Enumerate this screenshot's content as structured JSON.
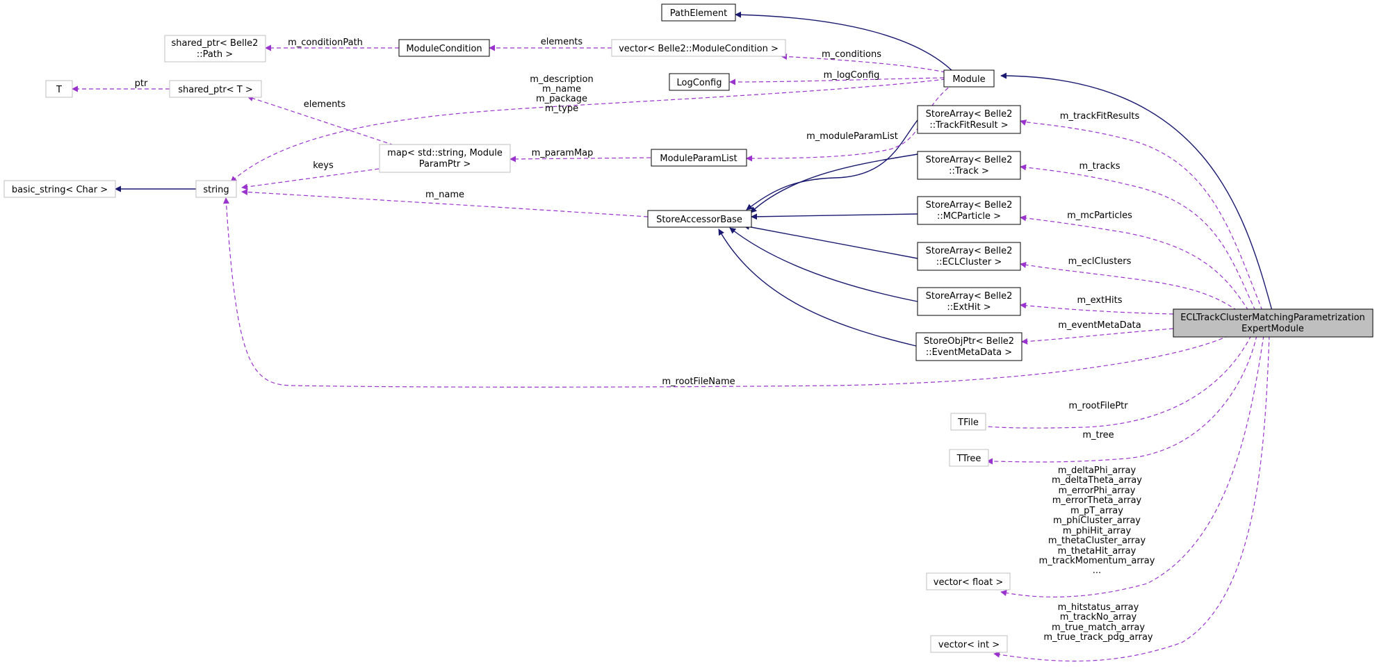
{
  "colors": {
    "inheritance_edge": "#191970",
    "usage_edge": "#9a32cd",
    "node_border_dark": "#000000",
    "node_border_light": "#bfbfbf",
    "focus_fill": "#bfbfbf"
  },
  "nodes": {
    "path_element": [
      "PathElement"
    ],
    "module": [
      "Module"
    ],
    "log_config": [
      "LogConfig"
    ],
    "module_condition": [
      "ModuleCondition"
    ],
    "vector_module_condition": [
      "vector< Belle2::ModuleCondition >"
    ],
    "shared_ptr_path": [
      "shared_ptr< Belle2",
      "::Path >"
    ],
    "t": [
      "T"
    ],
    "shared_ptr_t": [
      "shared_ptr< T >"
    ],
    "basic_string": [
      "basic_string< Char >"
    ],
    "string": [
      "string"
    ],
    "map_param": [
      "map< std::string, Module",
      "ParamPtr >"
    ],
    "module_param_list": [
      "ModuleParamList"
    ],
    "store_accessor_base": [
      "StoreAccessorBase"
    ],
    "sa_track_fit_result": [
      "StoreArray< Belle2",
      "::TrackFitResult >"
    ],
    "sa_track": [
      "StoreArray< Belle2",
      "::Track >"
    ],
    "sa_mc_particle": [
      "StoreArray< Belle2",
      "::MCParticle >"
    ],
    "sa_ecl_cluster": [
      "StoreArray< Belle2",
      "::ECLCluster >"
    ],
    "sa_ext_hit": [
      "StoreArray< Belle2",
      "::ExtHit >"
    ],
    "sop_event_meta_data": [
      "StoreObjPtr< Belle2",
      "::EventMetaData >"
    ],
    "focus_module": [
      "ECLTrackClusterMatchingParametrization",
      "ExpertModule"
    ],
    "tfile": [
      "TFile"
    ],
    "ttree": [
      "TTree"
    ],
    "vector_float": [
      "vector< float >"
    ],
    "vector_int": [
      "vector< int >"
    ]
  },
  "edge_labels": {
    "m_condition_path": [
      "m_conditionPath"
    ],
    "elements_condition": [
      "elements"
    ],
    "m_conditions": [
      "m_conditions"
    ],
    "m_log_config": [
      "m_logConfig"
    ],
    "ptr": [
      "ptr"
    ],
    "elements_map": [
      "elements"
    ],
    "string_members": [
      "m_description",
      "m_name",
      "m_package",
      "m_type"
    ],
    "keys": [
      "keys"
    ],
    "m_param_map": [
      "m_paramMap"
    ],
    "m_module_param_list": [
      "m_moduleParamList"
    ],
    "m_name_accessor": [
      "m_name"
    ],
    "m_track_fit_results": [
      "m_trackFitResults"
    ],
    "m_tracks": [
      "m_tracks"
    ],
    "m_mc_particles": [
      "m_mcParticles"
    ],
    "m_ecl_clusters": [
      "m_eclClusters"
    ],
    "m_ext_hits": [
      "m_extHits"
    ],
    "m_event_meta_data": [
      "m_eventMetaData"
    ],
    "m_root_file_name": [
      "m_rootFileName"
    ],
    "m_root_file_ptr": [
      "m_rootFilePtr"
    ],
    "m_tree": [
      "m_tree"
    ],
    "float_arrays": [
      "m_deltaPhi_array",
      "m_deltaTheta_array",
      "m_errorPhi_array",
      "m_errorTheta_array",
      "m_pT_array",
      "m_phiCluster_array",
      "m_phiHit_array",
      "m_thetaCluster_array",
      "m_thetaHit_array",
      "m_trackMomentum_array",
      "..."
    ],
    "int_arrays": [
      "m_hitstatus_array",
      "m_trackNo_array",
      "m_true_match_array",
      "m_true_track_pdg_array"
    ]
  }
}
